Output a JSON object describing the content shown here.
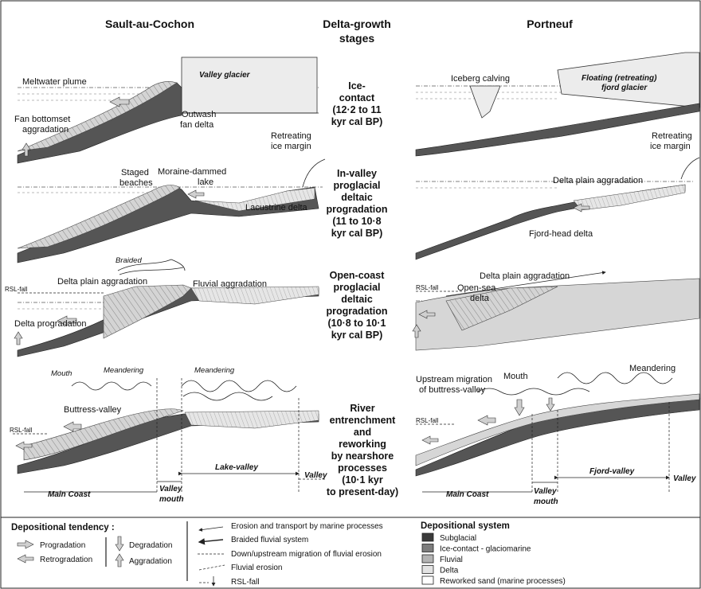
{
  "headers": {
    "left": "Sault-au-Cochon",
    "center": [
      "Delta-growth",
      "stages"
    ],
    "right": "Portneuf"
  },
  "stages": [
    {
      "lines": [
        "Ice-",
        "contact",
        "(12·2 to 11",
        "kyr cal BP)"
      ]
    },
    {
      "lines": [
        "In-valley",
        "proglacial",
        "deltaic",
        "progradation",
        "(11 to 10·8",
        "kyr cal BP)"
      ]
    },
    {
      "lines": [
        "Open-coast",
        "proglacial",
        "deltaic",
        "progradation",
        "(10·8 to 10·1",
        "kyr cal BP)"
      ]
    },
    {
      "lines": [
        "River",
        "entrenchment",
        "and",
        "reworking",
        "by nearshore",
        "processes",
        "(10·1 kyr",
        "to present-day)"
      ]
    }
  ],
  "left_labels": {
    "meltwater_plume": "Meltwater plume",
    "valley_glacier": "Valley glacier",
    "fan_bottomset": [
      "Fan bottomset",
      "aggradation"
    ],
    "outwash": [
      "Outwash",
      "fan delta"
    ],
    "retreating": [
      "Retreating",
      "ice margin"
    ],
    "staged_beaches": [
      "Staged",
      "beaches"
    ],
    "moraine_lake": [
      "Moraine-dammed",
      "lake"
    ],
    "lacustrine_delta": "Lacustrine delta",
    "braided": "Braided",
    "rsl_fall": "RSL-fall",
    "delta_plain_aggradation": "Delta plain aggradation",
    "fluvial_aggradation": "Fluvial aggradation",
    "delta_progradation": "Delta progradation",
    "mouth": "Mouth",
    "meandering": "Meandering",
    "buttress_valley": "Buttress-valley",
    "lake_valley": "Lake-valley",
    "valley": "Valley",
    "main_coast": "Main Coast",
    "valley_mouth": [
      "Valley",
      "mouth"
    ]
  },
  "right_labels": {
    "iceberg_calving": "Iceberg calving",
    "floating_glacier": [
      "Floating (retreating)",
      "fjord glacier"
    ],
    "retreating": [
      "Retreating",
      "ice margin"
    ],
    "delta_plain_aggradation": "Delta plain aggradation",
    "fjord_head_delta": "Fjord-head delta",
    "open_sea": [
      "Open-sea",
      "delta"
    ],
    "rsl_fall": "RSL-fall",
    "upstream_migration": [
      "Upstream migration",
      "of buttress-valley"
    ],
    "mouth": "Mouth",
    "meandering": "Meandering",
    "fjord_valley": "Fjord-valley",
    "valley": "Valley",
    "main_coast": "Main Coast",
    "valley_mouth": [
      "Valley",
      "mouth"
    ]
  },
  "legend": {
    "tendency_title": "Depositional tendency :",
    "progradation": "Progradation",
    "retrogradation": "Retrogradation",
    "degradation": "Degradation",
    "aggradation": "Aggradation",
    "erosion_marine": "Erosion and transport by marine processes",
    "braided_system": "Braided fluvial system",
    "migration": "Down/upstream migration of fluvial erosion",
    "fluvial_erosion": "Fluvial erosion",
    "rsl_fall": "RSL-fall",
    "system_title": "Depositional system",
    "systems": [
      "Subglacial",
      "Ice-contact - glaciomarine",
      "Fluvial",
      "Delta",
      "Reworked sand (marine processes)"
    ],
    "system_colors": [
      "#3a3a3a",
      "#7d7d7d",
      "#b3b3b3",
      "#e3e3e3",
      "#ffffff"
    ]
  }
}
